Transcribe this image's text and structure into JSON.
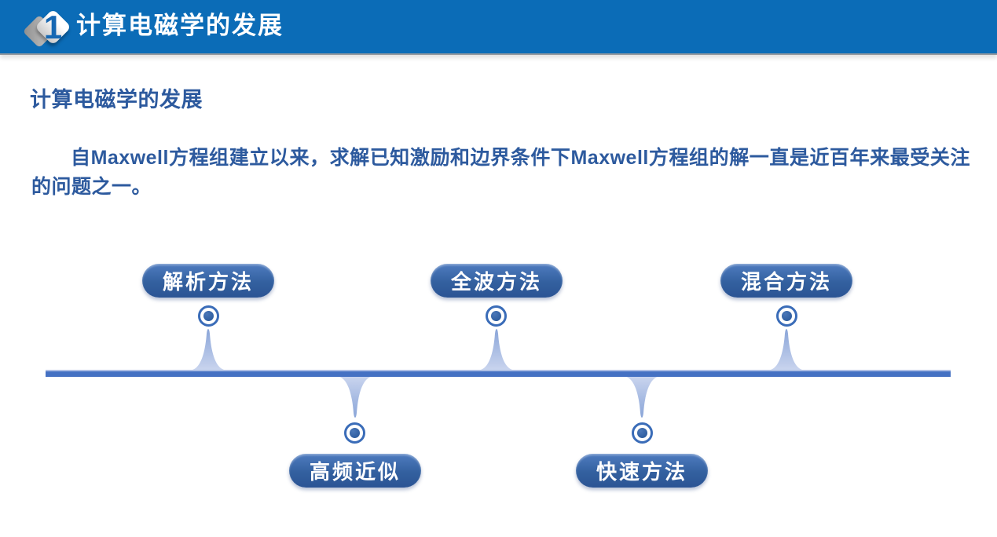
{
  "header": {
    "badge_number": "1",
    "title": "计算电磁学的发展"
  },
  "section": {
    "heading": "计算电磁学的发展",
    "paragraph": "自Maxwell方程组建立以来，求解已知激励和边界条件下Maxwell方程组的解一直是近百年来最受关注的问题之一。"
  },
  "timeline": {
    "top_items": [
      {
        "label": "解析方法"
      },
      {
        "label": "全波方法"
      },
      {
        "label": "混合方法"
      }
    ],
    "bottom_items": [
      {
        "label": "高频近似"
      },
      {
        "label": "快速方法"
      }
    ]
  },
  "colors": {
    "header_blue": "#0b6cb7",
    "header_title_text": "#ffffff",
    "badge_number_blue": "#1668b3",
    "body_text_blue": "#2d5a9e",
    "pill_gradient_top": "#4f7cc0",
    "pill_gradient_bottom": "#2b5494",
    "pill_text": "#ffffff",
    "timeline_bar": "#4571c3",
    "timeline_bar_highlight": "#aebfe5",
    "marker_dot": "#2e5d9f",
    "spike_tip": "#8aa5d8",
    "spike_base": "#c9d4ee"
  }
}
